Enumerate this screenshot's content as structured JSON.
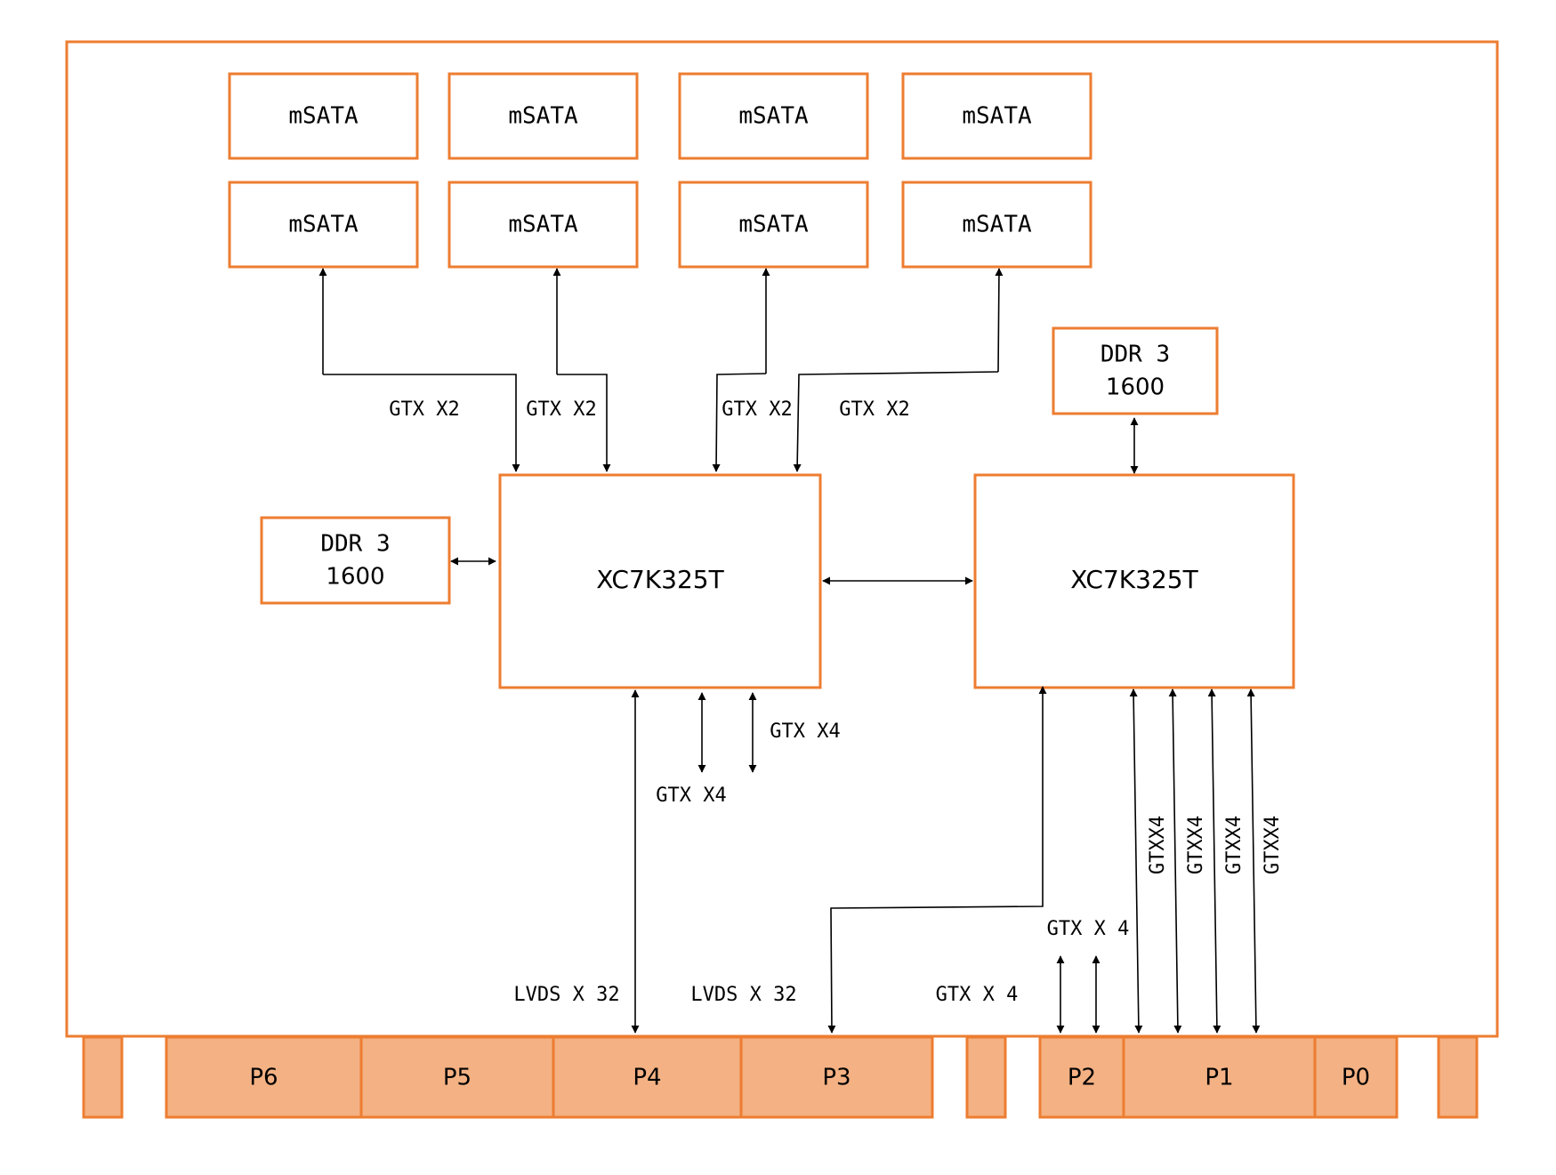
{
  "colors": {
    "outline": "#ED7D31",
    "connector_fill": "#F4B183",
    "line": "#000000",
    "background": "#ffffff"
  },
  "msata_label": "mSATA",
  "ddr": {
    "line1": "DDR 3",
    "line2": "1600"
  },
  "fpga_left_label": "XC7K325T",
  "fpga_right_label": "XC7K325T",
  "labels": {
    "gtx_x2": "GTX X2",
    "gtx_x4": "GTX X4",
    "gtx_x_4": "GTX X 4",
    "lvds_x32": "LVDS X 32",
    "gtxx4": "GTXX4"
  },
  "connectors": {
    "p6": "P6",
    "p5": "P5",
    "p4": "P4",
    "p3": "P3",
    "p2": "P2",
    "p1": "P1",
    "p0": "P0"
  }
}
